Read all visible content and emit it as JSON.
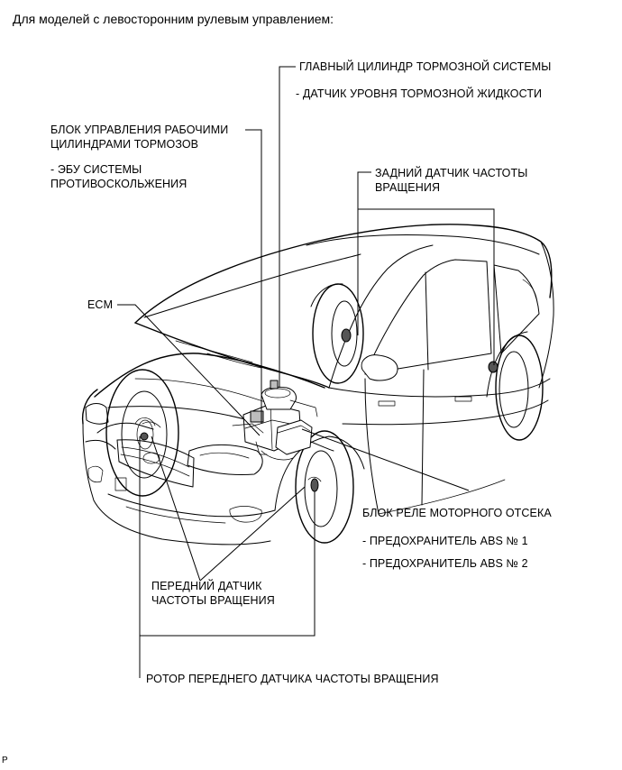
{
  "heading": "Для моделей с левосторонним рулевым управлением:",
  "labels": {
    "master_cylinder": "ГЛАВНЫЙ ЦИЛИНДР ТОРМОЗНОЙ СИСТЕМЫ",
    "fluid_level_sensor": "- ДАТЧИК УРОВНЯ ТОРМОЗНОЙ ЖИДКОСТИ",
    "actuator_line1": "БЛОК УПРАВЛЕНИЯ РАБОЧИМИ",
    "actuator_line2": "ЦИЛИНДРАМИ ТОРМОЗОВ",
    "skid_ecu_line1": "- ЭБУ СИСТЕМЫ",
    "skid_ecu_line2": "ПРОТИВОСКОЛЬЖЕНИЯ",
    "rear_sensor_line1": "ЗАДНИЙ ДАТЧИК ЧАСТОТЫ",
    "rear_sensor_line2": "ВРАЩЕНИЯ",
    "ecm": "ECM",
    "relay_block": "БЛОК РЕЛЕ МОТОРНОГО ОТСЕКА",
    "fuse1": "- ПРЕДОХРАНИТЕЛЬ ABS № 1",
    "fuse2": "- ПРЕДОХРАНИТЕЛЬ ABS № 2",
    "front_sensor_line1": "ПЕРЕДНИЙ ДАТЧИК",
    "front_sensor_line2": "ЧАСТОТЫ ВРАЩЕНИЯ",
    "rotor": "РОТОР ПЕРЕДНЕГО ДАТЧИКА ЧАСТОТЫ ВРАЩЕНИЯ"
  },
  "corner_mark": "P"
}
